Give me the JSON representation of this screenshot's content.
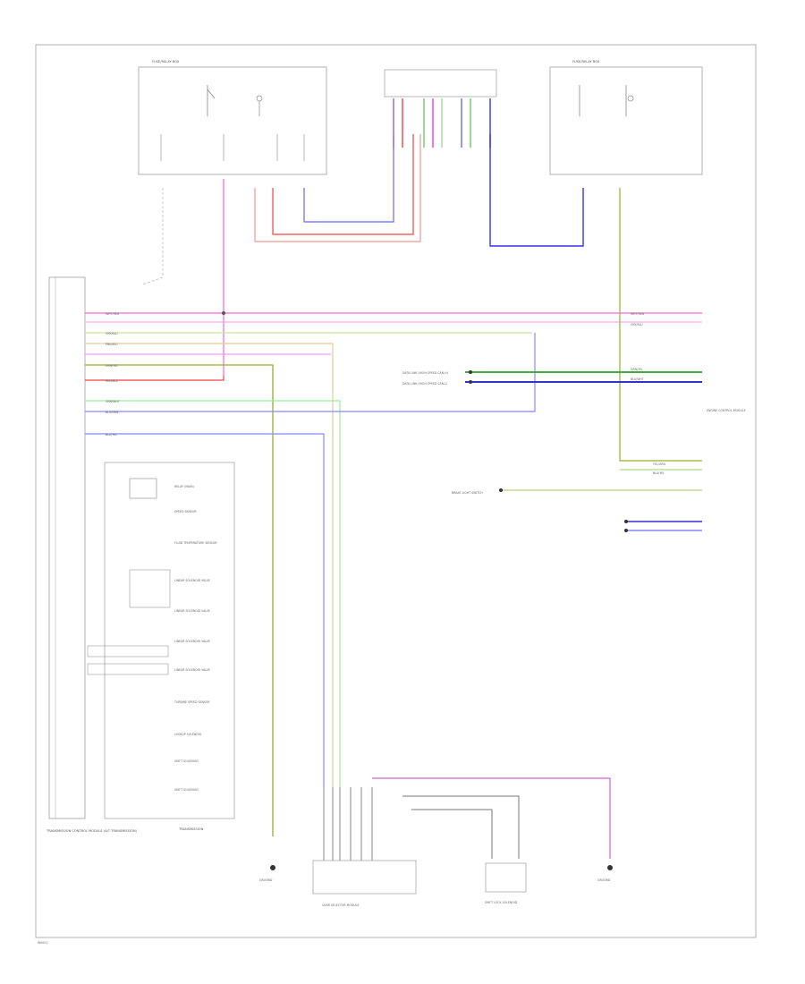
{
  "diagram": {
    "corner_code": "W0001",
    "left_block_label": "TRANSMISSION CONTROL MODULE (A/T TRANSMISSION)",
    "transmission_label": "TRANSMISSION",
    "top_left_fuse_box": "FUSE/RELAY BOX",
    "top_right_fuse_box": "FUSE/RELAY BOX",
    "shift_lock_label": "SHIFT LOCK SOLENOID",
    "gear_selector_label": "GEAR SELECTOR MODULE",
    "ground_label": "GROUND",
    "engine_control_label": "ENGINE CONTROL MODULE",
    "brake_switch_label": "BRAKE LIGHT SWITCH",
    "can_high_label": "DATA LINK (HIGH SPEED CAN-H)",
    "can_low_label": "DATA LINK (HIGH SPEED CAN-L)",
    "module_labels": [
      "RELAY (MAIN)",
      "SPEED SENSOR",
      "FLUID TEMPERATURE SENSOR",
      "LINEAR SOLENOID VALVE",
      "LINEAR SOLENOID VALVE",
      "LINEAR SOLENOID VALVE",
      "LINEAR SOLENOID VALVE",
      "TURBINE SPEED SENSOR",
      "LOCKUP SOLENOID",
      "SHIFT SOLENOID",
      "SHIFT SOLENOID"
    ],
    "wire_labels": [
      "WHT/RED",
      "GRY/BLU",
      "PNK/BLU",
      "GRN/YEL",
      "BLU/WHT",
      "YEL/BLU",
      "BLU/GRN",
      "RED/BLK",
      "YEL/GRN",
      "BLU/YEL",
      "GRN/WHT",
      "BLK/WHT"
    ]
  },
  "colors": {
    "frame": "#b0b0b0",
    "box": "#a8a8a8",
    "pink": "#ff66cc",
    "magenta": "#e040e0",
    "green": "#66cc66",
    "olive": "#99aa33",
    "blue": "#6666ff",
    "darkblue": "#3333cc",
    "red": "#ee4444",
    "lightgreen": "#99dd99",
    "tan": "#c8b87a",
    "violet": "#9966cc",
    "gray": "#999999"
  }
}
